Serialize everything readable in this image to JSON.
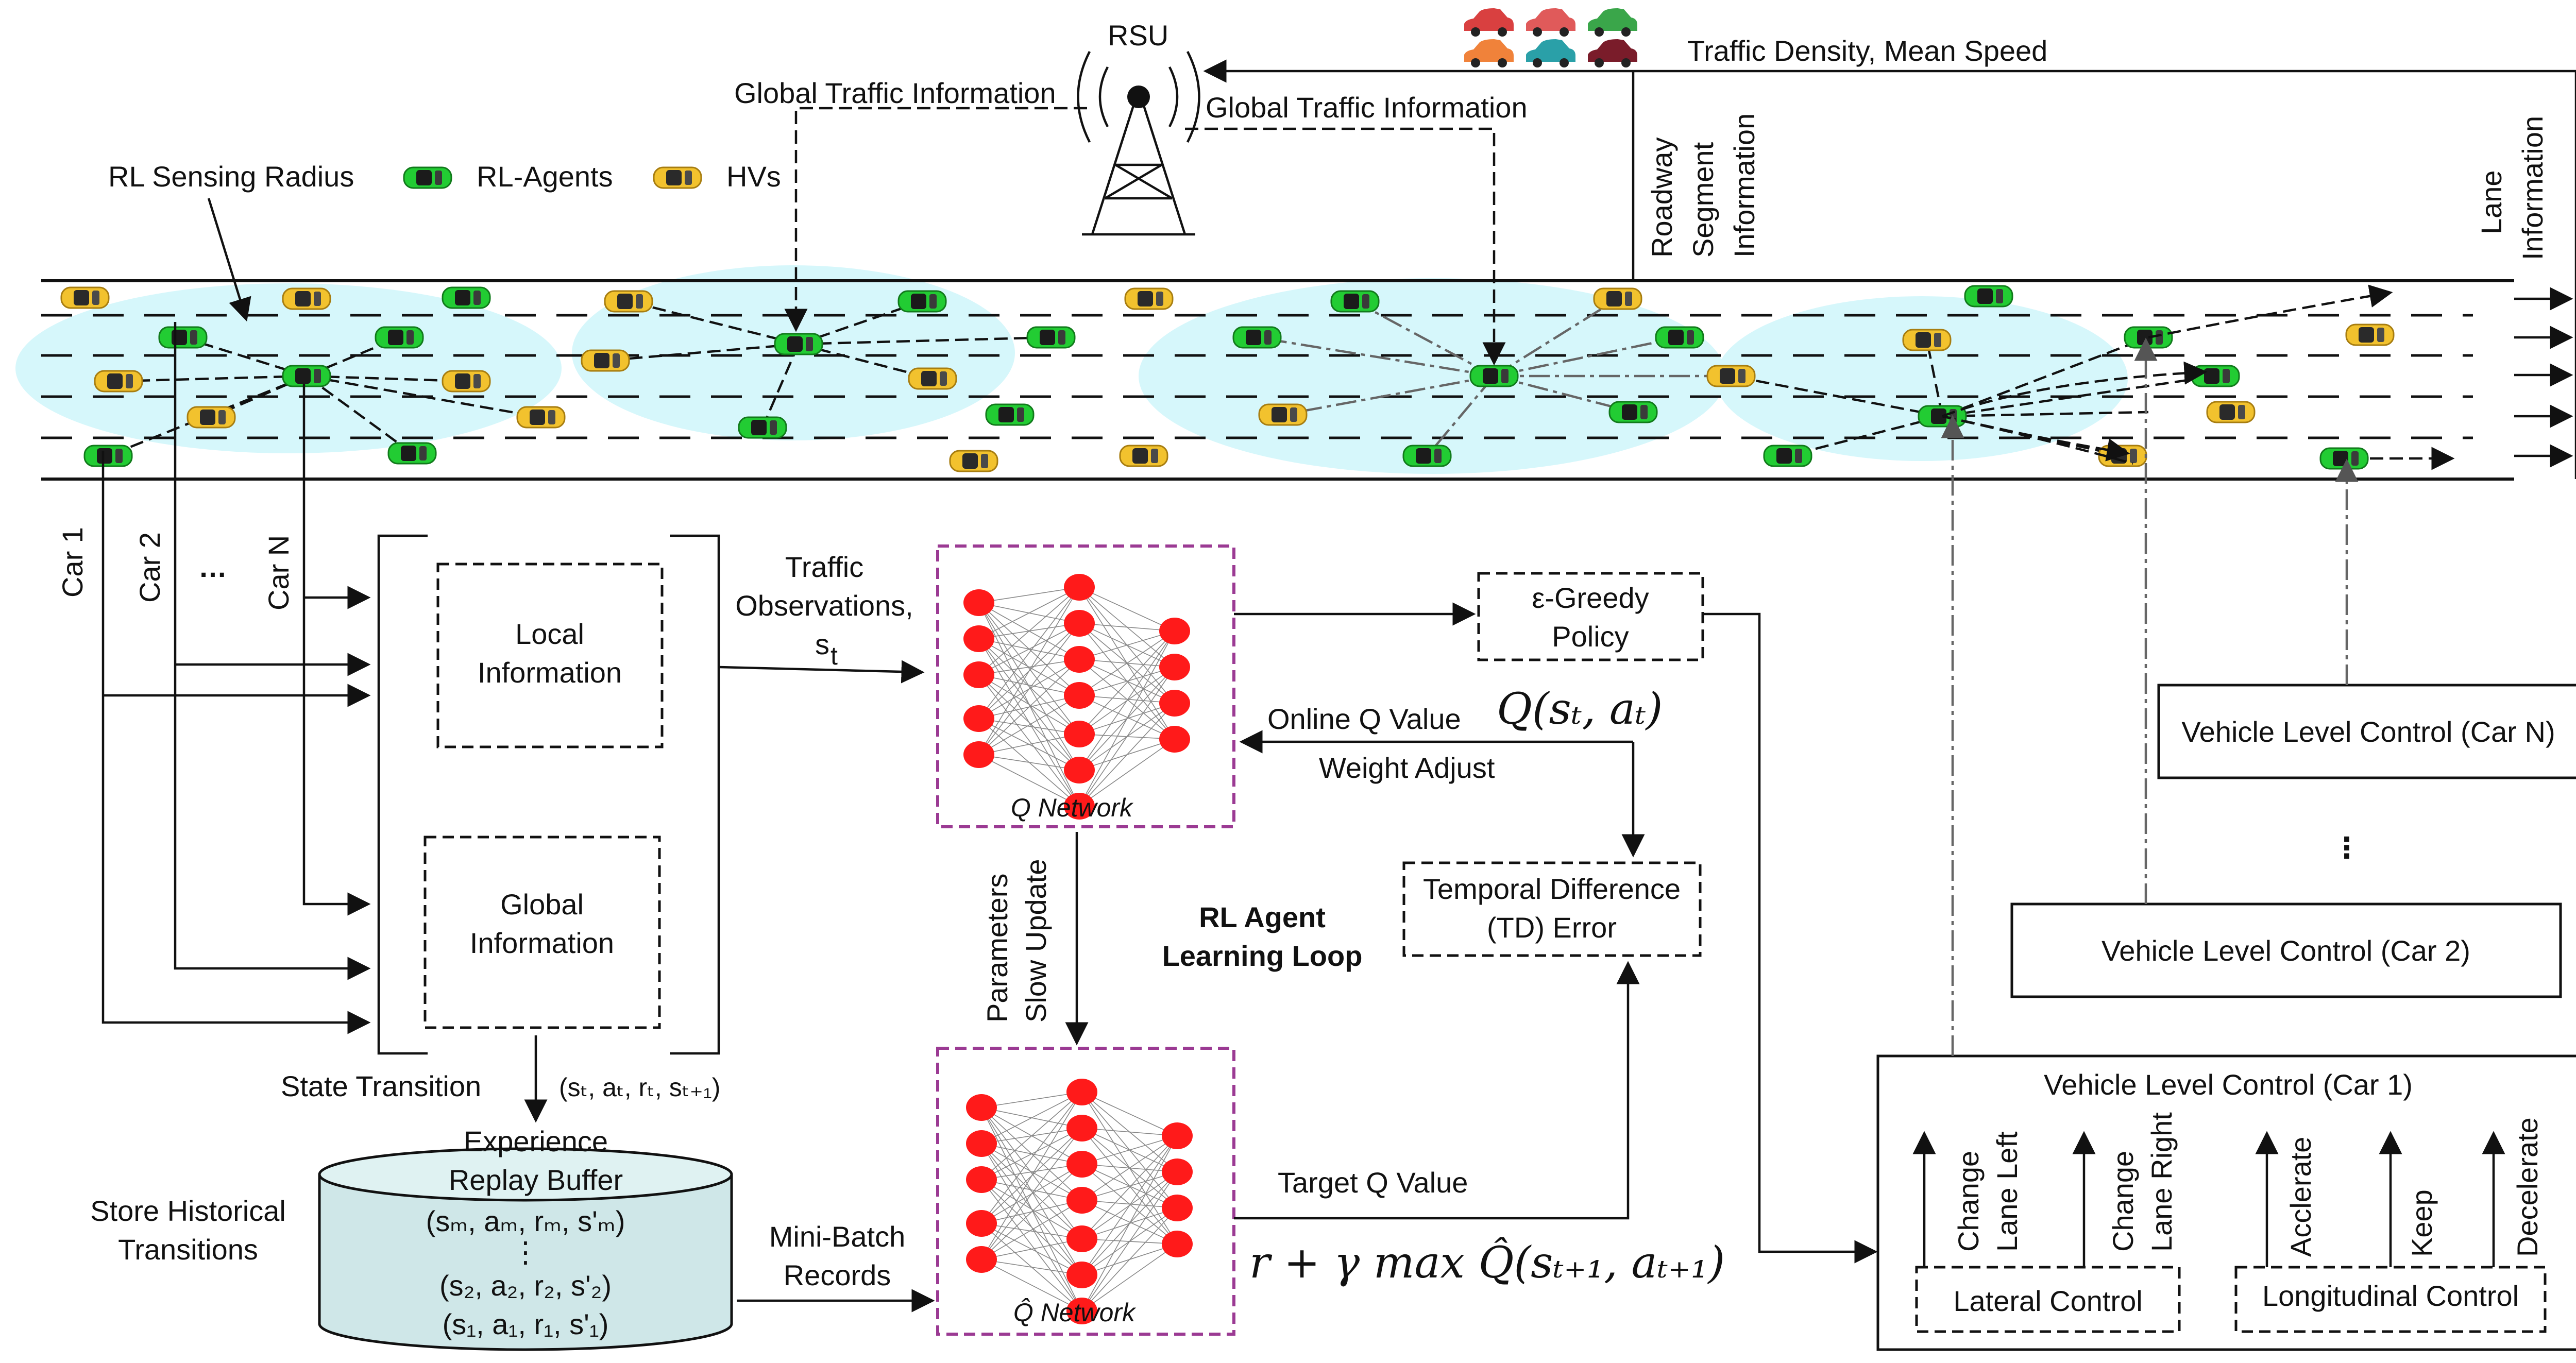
{
  "rsu": {
    "label": "RSU"
  },
  "top": {
    "global_info_left": "Global Traffic Information",
    "global_info_right": "Global Traffic Information",
    "traffic_density": "Traffic Density, Mean Speed",
    "roadway_segment": [
      "Roadway",
      "Segment",
      "Information"
    ],
    "lane_info": [
      "Lane",
      "Information"
    ]
  },
  "legend": {
    "sensing_radius": "RL Sensing Radius",
    "rl_agents": "RL-Agents",
    "hvs": "HVs"
  },
  "cars_vertical": {
    "car1": "Car 1",
    "car2": "Car 2",
    "ellipsis": "…",
    "carN": "Car N"
  },
  "state": {
    "local_info": [
      "Local",
      "Information"
    ],
    "global_info": [
      "Global",
      "Information"
    ],
    "state_transition": "State Transition",
    "tuple": "(sₜ, aₜ, rₜ, sₜ₊₁)"
  },
  "traffic_obs": [
    "Traffic",
    "Observations,",
    "s"
  ],
  "traffic_obs_sub": "t",
  "q_network": {
    "label": "Q Network",
    "dots": "· · ·"
  },
  "q_hat_network": {
    "label": "Q̂ Network"
  },
  "params": [
    "Parameters",
    "Slow Update"
  ],
  "loop": [
    "RL Agent",
    "Learning Loop"
  ],
  "policy": [
    "ε-Greedy",
    "Policy"
  ],
  "online_q": "Online Q Value",
  "q_math": "Q(sₜ, aₜ)",
  "weight_adjust": "Weight Adjust",
  "td_error": [
    "Temporal Difference",
    "(TD) Error"
  ],
  "target_q": "Target Q Value",
  "target_math": "r + γ max Q̂(sₜ₊₁, aₜ₊₁)",
  "buffer": {
    "title": [
      "Experience",
      "Replay Buffer"
    ],
    "rows": [
      "(sₘ, aₘ, rₘ, s'ₘ)",
      "⋮",
      "(s₂, a₂, r₂, s'₂)",
      "(s₁, a₁, r₁, s'₁)"
    ],
    "store": [
      "Store Historical",
      "Transitions"
    ],
    "minibatch": [
      "Mini-Batch",
      "Records"
    ]
  },
  "vehicle_control": {
    "carN": "Vehicle Level Control (Car N)",
    "vdots": "⋮",
    "car2": "Vehicle Level Control (Car 2)",
    "car1": "Vehicle Level Control (Car 1)",
    "lateral": "Lateral Control",
    "longitudinal": "Longitudinal Control",
    "change_left": [
      "Change",
      "Lane Left"
    ],
    "change_right": [
      "Change",
      "Lane Right"
    ],
    "accelerate": "Acclerate",
    "keep": "Keep",
    "decelerate": "Decelerate"
  },
  "colors": {
    "rl_agent": "#22cc33",
    "hv": "#f2c22e",
    "zone": "#d6f7fb",
    "nn_node": "#ff1a1a",
    "nn_box": "#9b3a93"
  }
}
